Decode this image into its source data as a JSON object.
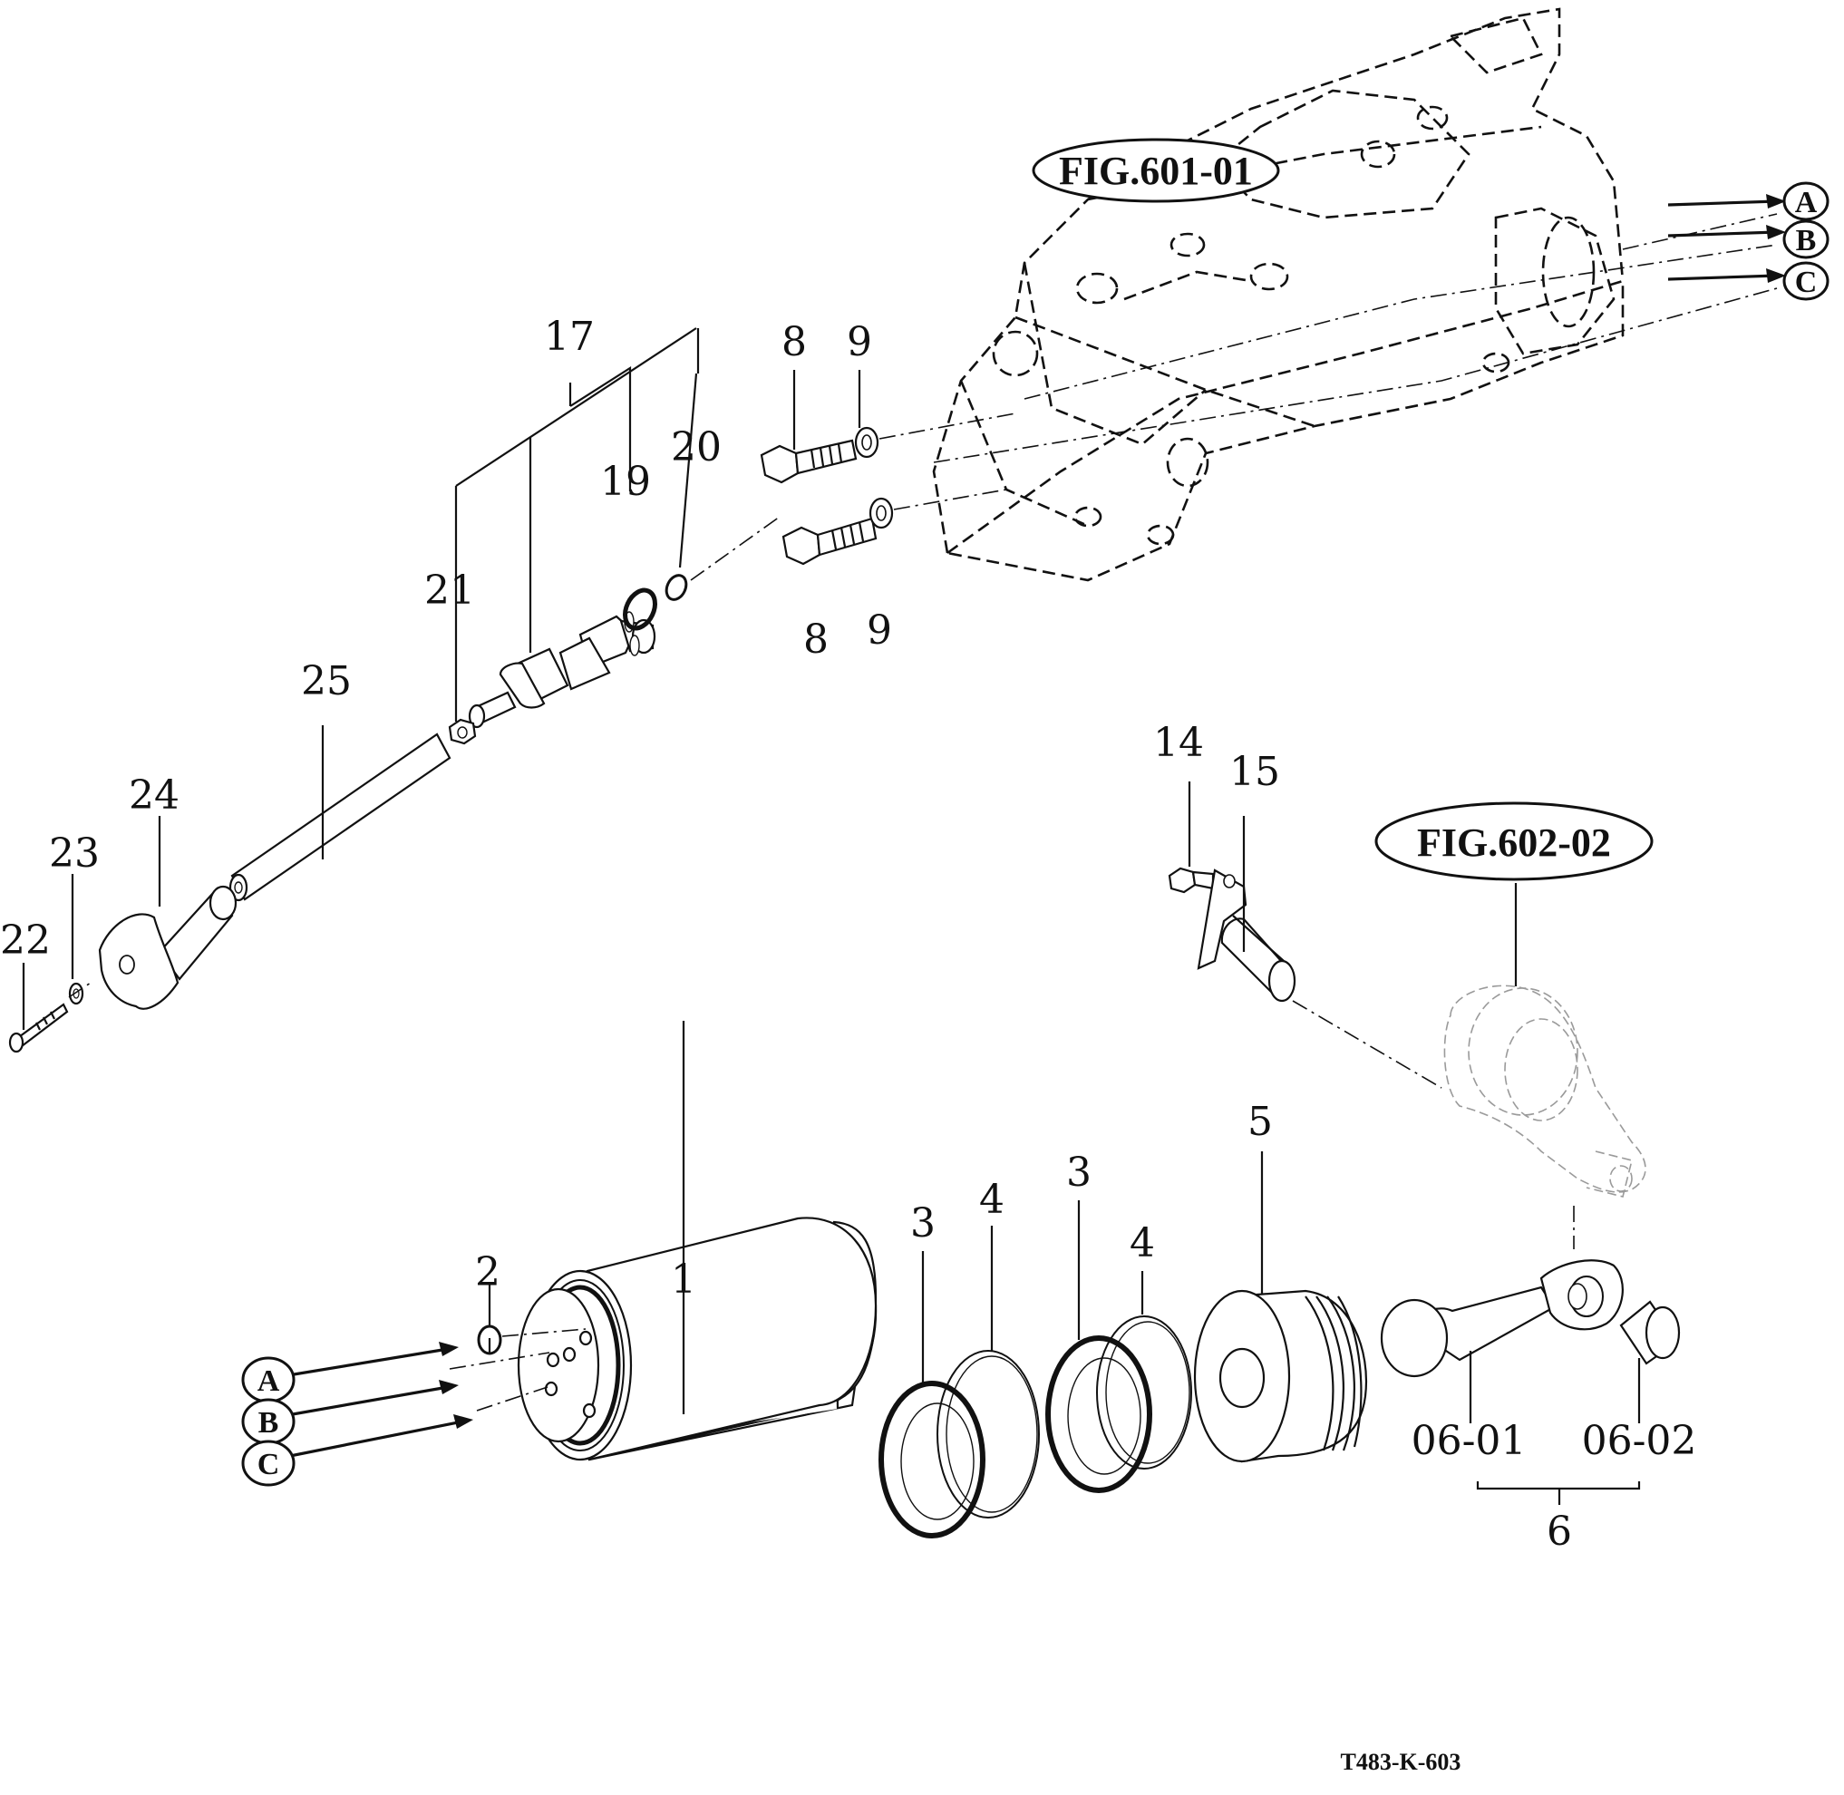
{
  "figure_refs": {
    "housing": "FIG.601-01",
    "lever": "FIG.602-02"
  },
  "connectors": [
    "A",
    "B",
    "C"
  ],
  "callouts": {
    "c1": "1",
    "c2": "2",
    "c3a": "3",
    "c3b": "3",
    "c4a": "4",
    "c4b": "4",
    "c5": "5",
    "c6": "6",
    "c0601": "06-01",
    "c0602": "06-02",
    "c8a": "8",
    "c8b": "8",
    "c9a": "9",
    "c9b": "9",
    "c14": "14",
    "c15": "15",
    "c17": "17",
    "c19": "19",
    "c20": "20",
    "c21": "21",
    "c22": "22",
    "c23": "23",
    "c24": "24",
    "c25": "25"
  },
  "drawing_code": "T483-K-603"
}
